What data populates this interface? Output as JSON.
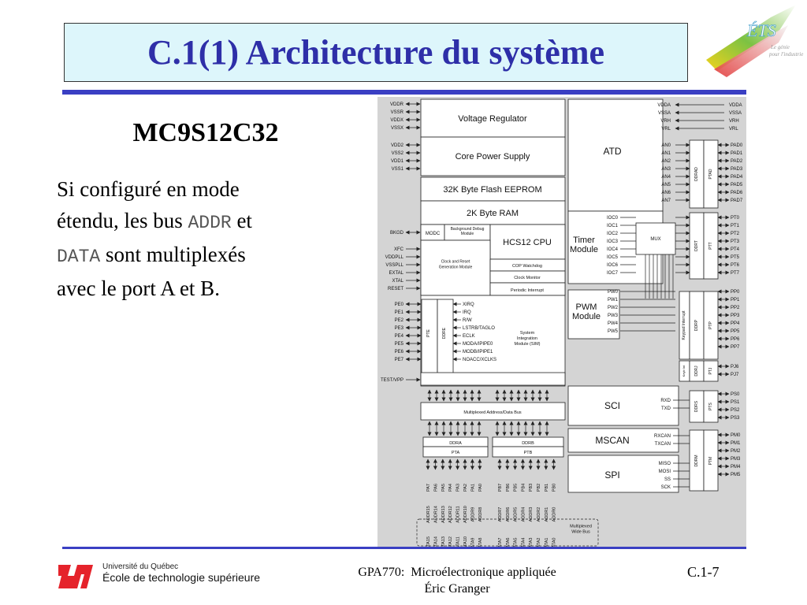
{
  "slide": {
    "title": "C.1(1) Architecture du système",
    "subtitle": "MC9S12C32",
    "body": {
      "line1": "Si configuré en mode",
      "line2_pre": "étendu, les bus ",
      "line2_code": "ADDR",
      "line2_post": " et",
      "line3_code": "DATA",
      "line3_post": " sont multiplexés",
      "line4": "avec le port A et B."
    }
  },
  "logo": {
    "text": "ÉTS",
    "tagline_1": "Le génie",
    "tagline_2": "pour l'industrie"
  },
  "footer": {
    "university_line1": "Université du Québec",
    "university_line2": "École de technologie supérieure",
    "course": "GPA770:  Microélectronique appliquée",
    "author": "Éric Granger",
    "page": "C.1-7"
  },
  "diagram": {
    "blocks": {
      "voltage_regulator": "Voltage Regulator",
      "core_power": "Core Power Supply",
      "flash": "32K Byte Flash EEPROM",
      "ram": "2K Byte RAM",
      "modc": "MODC",
      "bdm": "Background Debug Module",
      "cpu": "HCS12 CPU",
      "crg": "Clock and Reset Generation Module",
      "cop": "COP Watchdog",
      "clock_monitor": "Clock Monitor",
      "periodic_int": "Periodic Interrupt",
      "sim": "System Integration Module (SIM)",
      "atd": "ATD",
      "timer": "Timer Module",
      "mux": "MUX",
      "pwm": "PWM Module",
      "sci": "SCI",
      "mscan": "MSCAN",
      "spi": "SPI",
      "addr_data_bus": "Multiplexed Address/Data Bus",
      "wide_bus": "Multiplexed Wide Bus",
      "ddra": "DDRA",
      "pta": "PTA",
      "ddrb": "DDRB",
      "ptb": "PTB"
    },
    "left_pins_power": [
      "VDDR",
      "VSSR",
      "VDDX",
      "VSSX",
      "VDD2",
      "VSS2",
      "VDD1",
      "VSS1"
    ],
    "left_pins_mid": [
      "BKGD",
      "XFC",
      "VDDPLL",
      "VSSPLL",
      "EXTAL",
      "XTAL",
      "RESET"
    ],
    "left_pins_pe": [
      "PE0",
      "PE1",
      "PE2",
      "PE3",
      "PE4",
      "PE5",
      "PE6",
      "PE7"
    ],
    "left_pin_test": "TEST/VPP",
    "pe_signals": [
      "XIRQ",
      "IRQ",
      "R/W",
      "LSTRB/TAGLO",
      "ECLK",
      "MODA/IPIPE0",
      "MODB/IPIPE1",
      "NOACC/XCLKS"
    ],
    "atd_inputs": [
      "VDDA",
      "VSSA",
      "VRH",
      "VRL"
    ],
    "atd_channels": [
      "AN0",
      "AN1",
      "AN2",
      "AN3",
      "AN4",
      "AN5",
      "AN6",
      "AN7"
    ],
    "atd_pads": [
      "PAD0",
      "PAD1",
      "PAD2",
      "PAD3",
      "PAD4",
      "PAD5",
      "PAD6",
      "PAD7"
    ],
    "atd_ports": [
      "DDRAD",
      "PTAD"
    ],
    "ioc": [
      "IOC0",
      "IOC1",
      "IOC2",
      "IOC3",
      "IOC4",
      "IOC5",
      "IOC6",
      "IOC7"
    ],
    "pt_pins": [
      "PT0",
      "PT1",
      "PT2",
      "PT3",
      "PT4",
      "PT5",
      "PT6",
      "PT7"
    ],
    "t_ports": [
      "DDRT",
      "PTT"
    ],
    "pw": [
      "PW0",
      "PW1",
      "PW2",
      "PW3",
      "PW4",
      "PW5"
    ],
    "pp_pins": [
      "PP0",
      "PP1",
      "PP2",
      "PP3",
      "PP4",
      "PP5",
      "PP6",
      "PP7"
    ],
    "p_ports": [
      "Keypad Interrupt",
      "DDRP",
      "PTP"
    ],
    "pj_pins": [
      "PJ6",
      "PJ7"
    ],
    "j_ports": [
      "Keyb Int",
      "DDRJ",
      "PTJ"
    ],
    "sci_sig": [
      "RXD",
      "TXD"
    ],
    "ps_pins": [
      "PS0",
      "PS1",
      "PS2",
      "PS3"
    ],
    "s_ports": [
      "DDRS",
      "PTS"
    ],
    "mscan_sig": [
      "RXCAN",
      "TXCAN"
    ],
    "spi_sig": [
      "MISO",
      "MOSI",
      "SS",
      "SCK"
    ],
    "pm_pins": [
      "PM0",
      "PM1",
      "PM2",
      "PM3",
      "PM4",
      "PM5"
    ],
    "m_ports": [
      "DDRM",
      "PTM"
    ],
    "pa_pins": [
      "PA7",
      "PA6",
      "PA5",
      "PA4",
      "PA3",
      "PA2",
      "PA1",
      "PA0"
    ],
    "pb_pins": [
      "PB7",
      "PB6",
      "PB5",
      "PB4",
      "PB3",
      "PB2",
      "PB1",
      "PB0"
    ],
    "addr_hi": [
      "ADDR15",
      "ADDR14",
      "ADDR13",
      "ADDR12",
      "ADDR11",
      "ADDR10",
      "ADDR9",
      "ADDR8"
    ],
    "addr_lo": [
      "ADDR7",
      "ADDR6",
      "ADDR5",
      "ADDR4",
      "ADDR3",
      "ADDR2",
      "ADDR1",
      "ADDR0"
    ],
    "data_hi": [
      "DATA15",
      "DATA14",
      "DATA13",
      "DATA12",
      "DATA11",
      "DATA10",
      "DATA9",
      "DATA8"
    ],
    "data_lo": [
      "DATA7",
      "DATA6",
      "DATA5",
      "DATA4",
      "DATA3",
      "DATA2",
      "DATA1",
      "DATA0"
    ],
    "e_ports": [
      "PTE",
      "DDRE"
    ]
  }
}
